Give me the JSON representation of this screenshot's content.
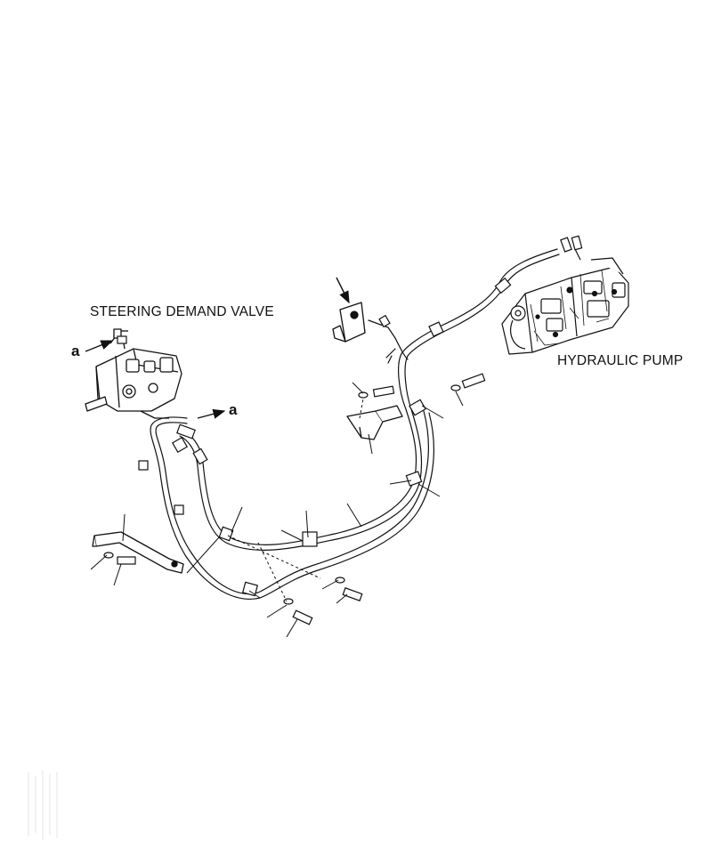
{
  "labels": {
    "steering_valve": "STEERING DEMAND VALVE",
    "hydraulic_pump": "HYDRAULIC PUMP"
  },
  "markers": {
    "view_a_left": "a",
    "view_a_right": "a"
  },
  "colors": {
    "ink": "#111111",
    "background": "#ffffff"
  }
}
